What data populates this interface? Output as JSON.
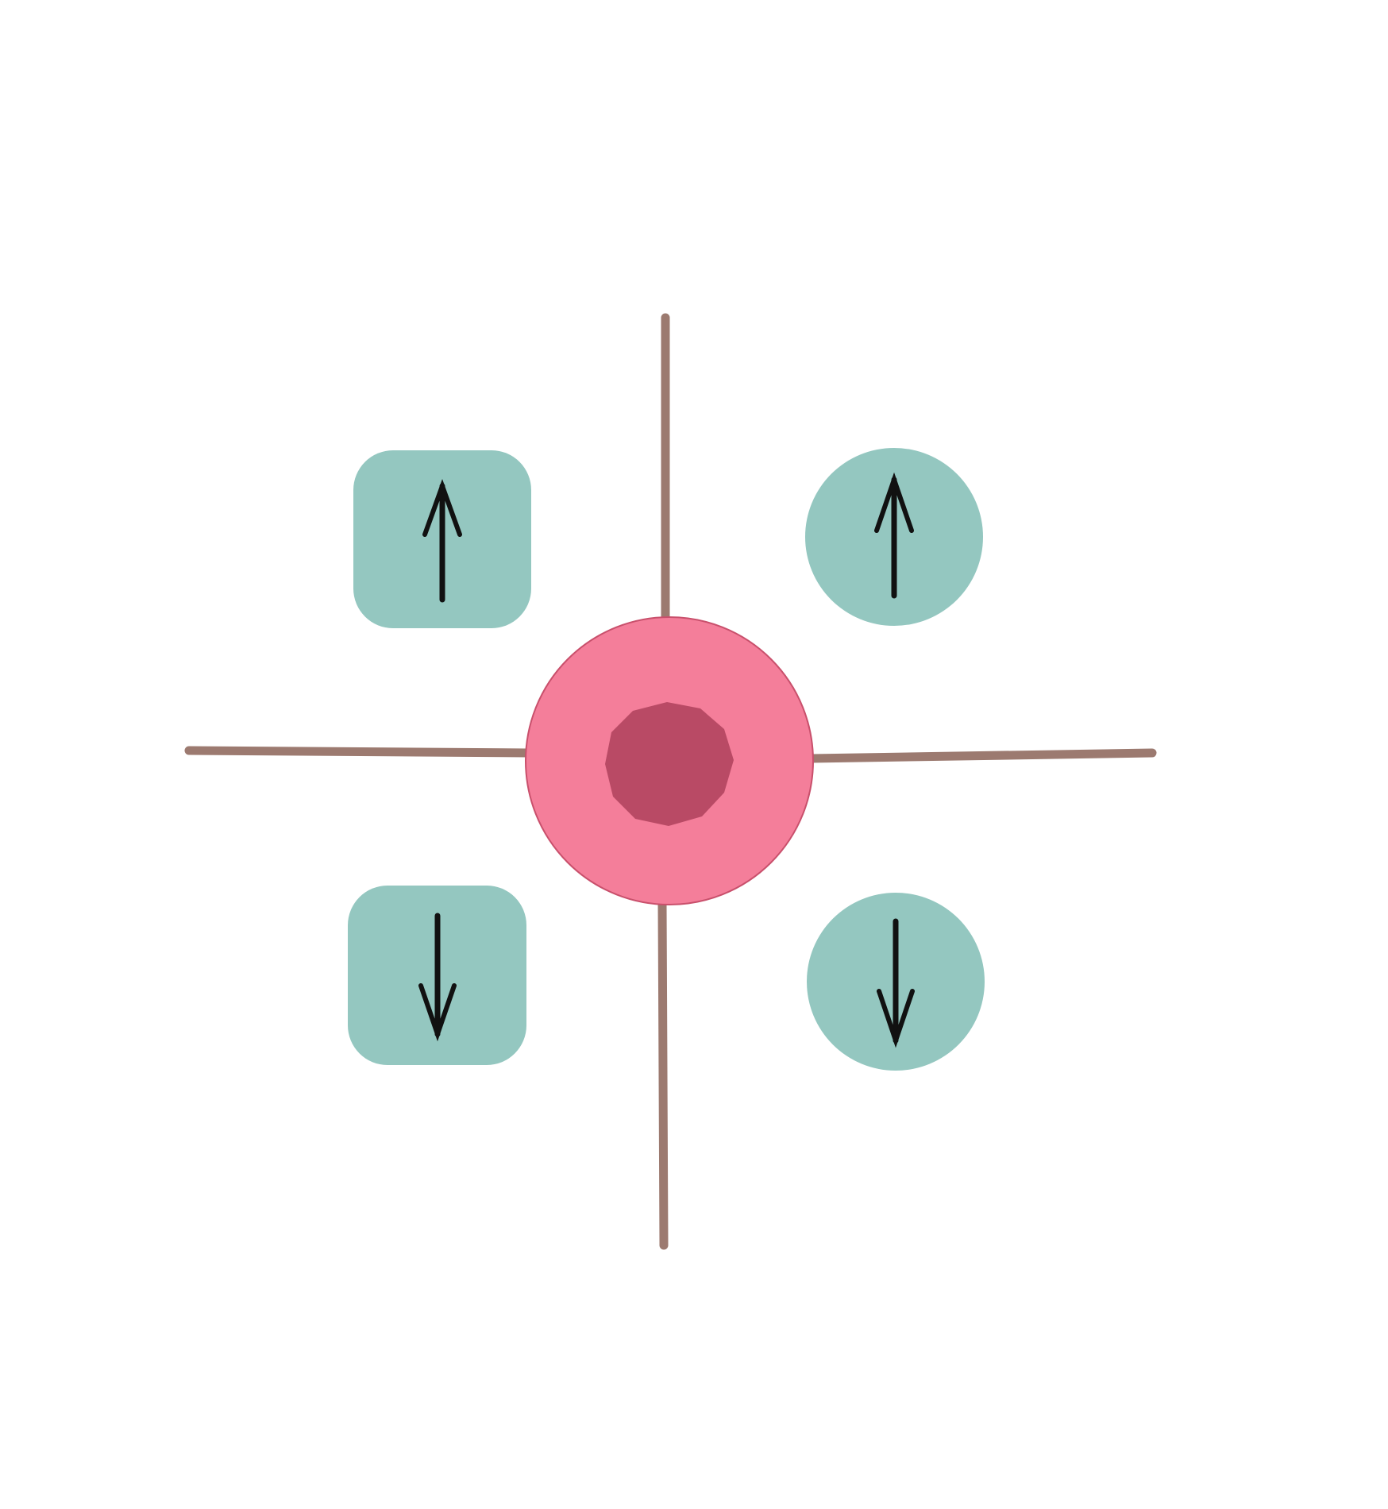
{
  "colors": {
    "background": "#ffffff",
    "line": "#9c7a70",
    "outer_disc": "#f47e9a",
    "outer_disc_edge": "#c9506c",
    "inner_disc": "#b94a65",
    "tile": "#94c7c0",
    "arrow": "#111111"
  },
  "tiles": [
    {
      "id": "upper-left",
      "shape": "rounded-square",
      "arrow": "up"
    },
    {
      "id": "upper-right",
      "shape": "circle",
      "arrow": "up"
    },
    {
      "id": "lower-left",
      "shape": "rounded-square",
      "arrow": "down"
    },
    {
      "id": "lower-right",
      "shape": "circle",
      "arrow": "down"
    }
  ]
}
